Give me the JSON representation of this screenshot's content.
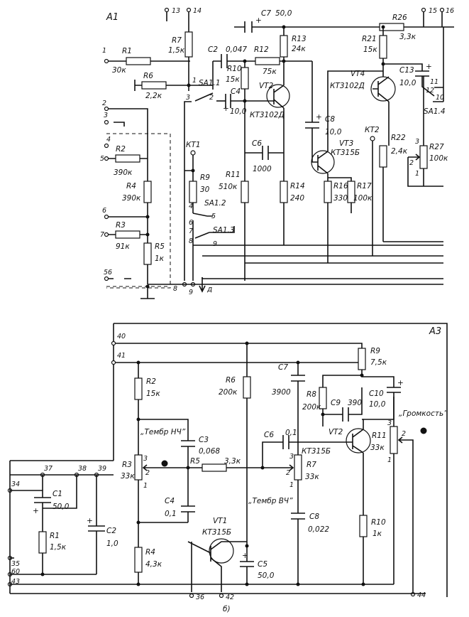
{
  "a1": {
    "block": "A1",
    "terminals": [
      "1",
      "2",
      "3",
      "4",
      "5",
      "6",
      "7",
      "56",
      "8",
      "9",
      "13",
      "14",
      "15",
      "16",
      "10",
      "11",
      "12"
    ],
    "d_label": "д",
    "components": {
      "R1": {
        "ref": "R1",
        "val": "30к"
      },
      "R2": {
        "ref": "R2",
        "val": "390к"
      },
      "R3": {
        "ref": "R3",
        "val": "91к"
      },
      "R4": {
        "ref": "R4",
        "val": "390к"
      },
      "R5": {
        "ref": "R5",
        "val": "1к"
      },
      "R6": {
        "ref": "R6",
        "val": "2,2к"
      },
      "R7": {
        "ref": "R7",
        "val": "1,5к"
      },
      "R9": {
        "ref": "R9",
        "val": "30"
      },
      "R10": {
        "ref": "R10",
        "val": "15к"
      },
      "R11": {
        "ref": "R11",
        "val": "510к"
      },
      "R12": {
        "ref": "R12",
        "val": "75к"
      },
      "R13": {
        "ref": "R13",
        "val": "24к"
      },
      "R14": {
        "ref": "R14",
        "val": "240"
      },
      "R16": {
        "ref": "R16",
        "val": "330"
      },
      "R17": {
        "ref": "R17",
        "val": "100к"
      },
      "R21": {
        "ref": "R21",
        "val": "15к"
      },
      "R22": {
        "ref": "R22",
        "val": "2,4к"
      },
      "R26": {
        "ref": "R26",
        "val": "3,3к"
      },
      "R27": {
        "ref": "R27",
        "val": "100к"
      },
      "C2": {
        "ref": "C2",
        "val": "0,047"
      },
      "C4": {
        "ref": "C4",
        "val": "10,0"
      },
      "C6": {
        "ref": "C6",
        "val": "1000"
      },
      "C7": {
        "ref": "C7",
        "val": "50,0"
      },
      "C8": {
        "ref": "C8",
        "val": "10,0"
      },
      "C13": {
        "ref": "C13",
        "val": "10,0"
      },
      "VT2": {
        "ref": "VT2",
        "type": "КТ3102Д"
      },
      "VT3": {
        "ref": "VT3",
        "type": "КТ315Б"
      },
      "VT4": {
        "ref": "VT4",
        "type": "КТ3102Д"
      },
      "KT1": {
        "ref": "КТ1"
      },
      "KT2": {
        "ref": "КТ2"
      },
      "SA1_1": {
        "ref": "SA1.1",
        "pins": [
          "1",
          "2",
          "3"
        ]
      },
      "SA1_2": {
        "ref": "SA1.2",
        "pins": [
          "4",
          "5",
          "6"
        ]
      },
      "SA1_3": {
        "ref": "SA1.3",
        "pins": [
          "7",
          "8",
          "9"
        ]
      },
      "SA1_4": {
        "ref": "SA1.4"
      },
      "R27_pins": [
        "1",
        "2",
        "3"
      ]
    }
  },
  "a3": {
    "block": "A3",
    "terminals": [
      "40",
      "41",
      "37",
      "38",
      "39",
      "34",
      "35",
      "60",
      "43",
      "36",
      "42",
      "44"
    ],
    "caption": "б)",
    "labels": {
      "bass": "„Тембр НЧ”",
      "treble": "„Тембр ВЧ”",
      "volume": "„Громкость”"
    },
    "components": {
      "R1": {
        "ref": "R1",
        "val": "1,5к"
      },
      "R2": {
        "ref": "R2",
        "val": "15к"
      },
      "R3": {
        "ref": "R3",
        "val": "33к"
      },
      "R4": {
        "ref": "R4",
        "val": "4,3к"
      },
      "R5": {
        "ref": "R5",
        "val": "3,3к"
      },
      "R6": {
        "ref": "R6",
        "val": "200к"
      },
      "R7": {
        "ref": "R7",
        "val": "33к"
      },
      "R8": {
        "ref": "R8",
        "val": "200к"
      },
      "R9": {
        "ref": "R9",
        "val": "7,5к"
      },
      "R10": {
        "ref": "R10",
        "val": "1к"
      },
      "R11": {
        "ref": "R11",
        "val": "33к"
      },
      "C1": {
        "ref": "C1",
        "val": "50,0"
      },
      "C2": {
        "ref": "C2",
        "val": "1,0"
      },
      "C3": {
        "ref": "C3",
        "val": "0,068"
      },
      "C4": {
        "ref": "C4",
        "val": "0,1"
      },
      "C5": {
        "ref": "C5",
        "val": "50,0"
      },
      "C6": {
        "ref": "C6",
        "val": "0,1"
      },
      "C7": {
        "ref": "C7",
        "val": "3900"
      },
      "C8": {
        "ref": "C8",
        "val": "0,022"
      },
      "C9": {
        "ref": "C9",
        "val": "390"
      },
      "C10": {
        "ref": "C10",
        "val": "10,0"
      },
      "VT1": {
        "ref": "VT1",
        "type": "КТ315Б"
      },
      "VT2": {
        "ref": "VT2",
        "type": "КТ315Б"
      },
      "pot_pins": [
        "1",
        "2",
        "3"
      ]
    }
  }
}
